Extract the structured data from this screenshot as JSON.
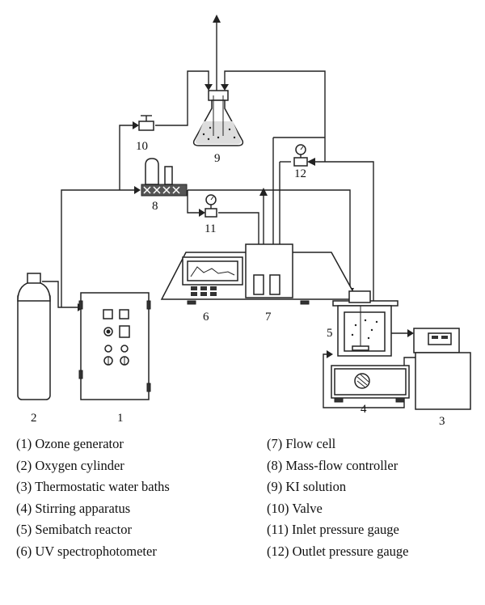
{
  "diagram": {
    "labels": {
      "n1": "1",
      "n2": "2",
      "n3": "3",
      "n4": "4",
      "n5": "5",
      "n6": "6",
      "n7": "7",
      "n8": "8",
      "n9": "9",
      "n10": "10",
      "n11": "11",
      "n12": "12"
    }
  },
  "legend": {
    "left": [
      "(1) Ozone generator",
      "(2) Oxygen cylinder",
      "(3) Thermostatic water baths",
      "(4) Stirring apparatus",
      "(5) Semibatch reactor",
      "(6) UV spectrophotometer"
    ],
    "right": [
      "(7) Flow cell",
      "(8) Mass-flow controller",
      "(9) KI solution",
      "(10) Valve",
      "(11) Inlet pressure gauge",
      "(12) Outlet pressure gauge"
    ]
  },
  "colors": {
    "line": "#222222",
    "fill_dark": "#333333",
    "background": "#ffffff"
  }
}
